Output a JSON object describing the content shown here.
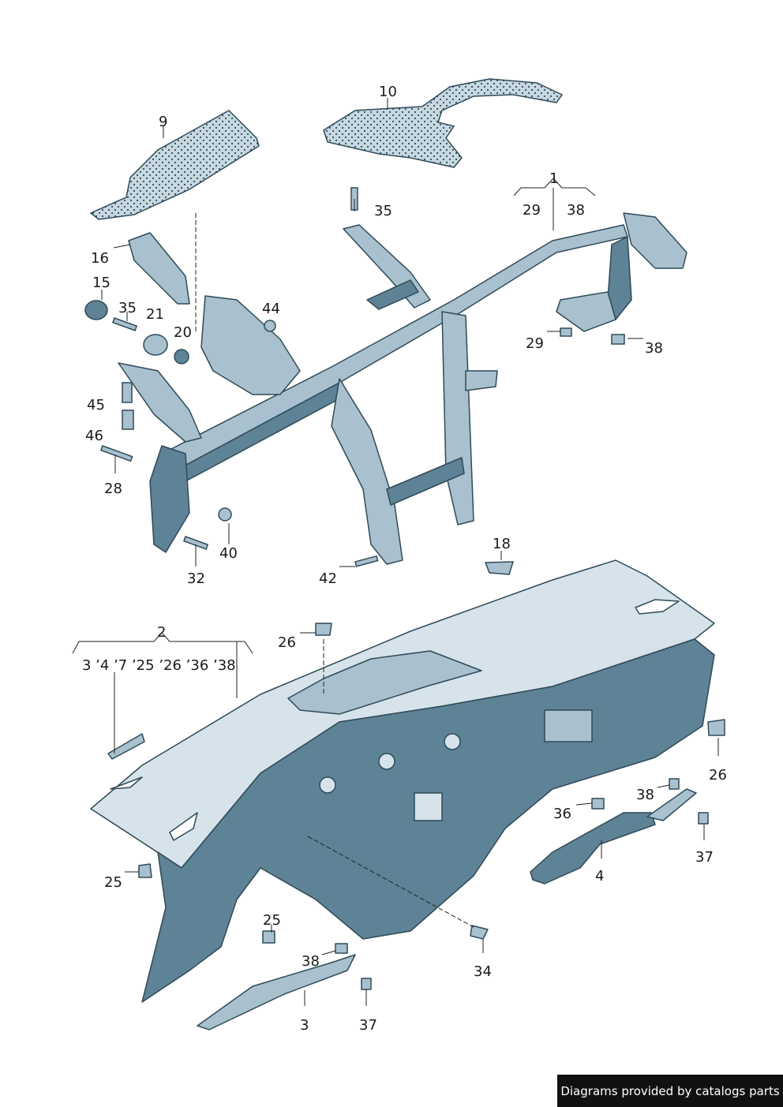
{
  "colors": {
    "part_fill": "#a9c1cf",
    "part_dark": "#5e8296",
    "part_light": "#d6e3ea",
    "stroke": "#2f4a58",
    "leader": "#222222",
    "footer_bg": "#111111"
  },
  "callouts": {
    "c9": "9",
    "c10": "10",
    "c1": "1",
    "c29a": "29",
    "c38a": "38",
    "c35a": "35",
    "c16": "16",
    "c15": "15",
    "c35b": "35",
    "c21": "21",
    "c20": "20",
    "c44": "44",
    "c29b": "29",
    "c38b": "38",
    "c45": "45",
    "c46": "46",
    "c28": "28",
    "c40": "40",
    "c32": "32",
    "c42": "42",
    "c18": "18",
    "c2": "2",
    "c26a": "26",
    "c2_list": "3 ’4 ’7 ’25 ’26 ’36 ’38",
    "c26b": "26",
    "c38c": "38",
    "c36": "36",
    "c37a": "37",
    "c4": "4",
    "c25a": "25",
    "c25b": "25",
    "c38d": "38",
    "c34": "34",
    "c3": "3",
    "c37b": "37"
  },
  "footer": {
    "text": "Diagrams provided by catalogs parts"
  }
}
